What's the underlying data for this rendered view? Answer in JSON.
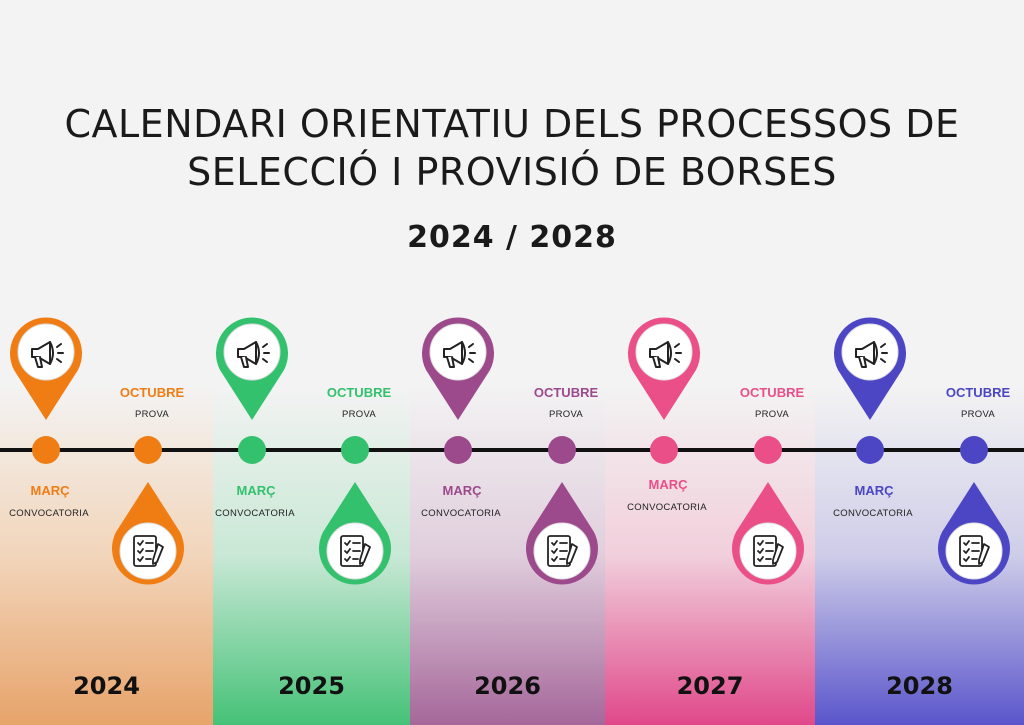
{
  "title_line1": "CALENDARI ORIENTATIU DELS PROCESSOS DE",
  "title_line2": "SELECCIÓ I PROVISIÓ DE BORSES",
  "subtitle": "2024 / 2028",
  "years": [
    {
      "year": "2024",
      "color": "#f07d14",
      "march": "MARÇ",
      "march_label": "CONVOCATORIA",
      "october": "OCTUBRE",
      "october_label": "PROVA",
      "announce_icon": "megaphone-icon",
      "exam_icon": "checklist-icon"
    },
    {
      "year": "2025",
      "color": "#33c16d",
      "march": "MARÇ",
      "march_label": "CONVOCATORIA",
      "october": "OCTUBRE",
      "october_label": "PROVA",
      "announce_icon": "megaphone-icon",
      "exam_icon": "checklist-icon"
    },
    {
      "year": "2026",
      "color": "#9c4a8c",
      "march": "MARÇ",
      "march_label": "CONVOCATORIA",
      "october": "OCTUBRE",
      "october_label": "PROVA",
      "announce_icon": "megaphone-icon",
      "exam_icon": "checklist-icon"
    },
    {
      "year": "2027",
      "color": "#ea4f87",
      "march": "MARÇ",
      "march_label": "CONVOCATORIA",
      "october": "OCTUBRE",
      "october_label": "PROVA",
      "announce_icon": "megaphone-icon",
      "exam_icon": "checklist-icon"
    },
    {
      "year": "2028",
      "color": "#4c46c4",
      "march": "MARÇ",
      "march_label": "CONVOCATORIA",
      "october": "OCTUBRE",
      "october_label": "PROVA",
      "announce_icon": "megaphone-icon",
      "exam_icon": "checklist-icon"
    }
  ]
}
